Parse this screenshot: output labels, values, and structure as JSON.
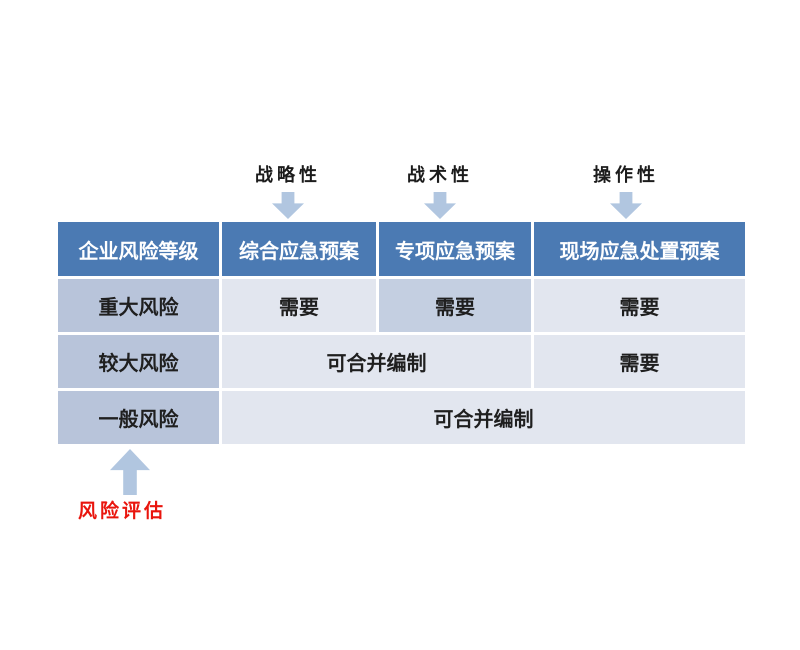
{
  "top_labels": [
    {
      "label": "战略性"
    },
    {
      "label": "战术性"
    },
    {
      "label": "操作性"
    }
  ],
  "table": {
    "header": [
      "企业风险等级",
      "综合应急预案",
      "专项应急预案",
      "现场应急处置预案"
    ],
    "rows": [
      {
        "level": "重大风险",
        "cells": [
          {
            "text": "需要"
          },
          {
            "text": "需要",
            "highlight": true
          },
          {
            "text": "需要"
          }
        ]
      },
      {
        "level": "较大风险",
        "cells": [
          {
            "text": "可合并编制",
            "span": 2
          },
          {
            "text": "需要"
          }
        ]
      },
      {
        "level": "一般风险",
        "cells": [
          {
            "text": "可合并编制",
            "span": 3
          }
        ]
      }
    ]
  },
  "bottom_annotation": {
    "label": "风险评估"
  },
  "colors": {
    "header_bg": "#4b7ab3",
    "header_text": "#ffffff",
    "level_bg": "#b8c4da",
    "cell_bg": "#e2e6ef",
    "highlight_bg": "#c4cfe1",
    "arrow": "#b1c6e0",
    "annotation_red": "#e9150d"
  }
}
